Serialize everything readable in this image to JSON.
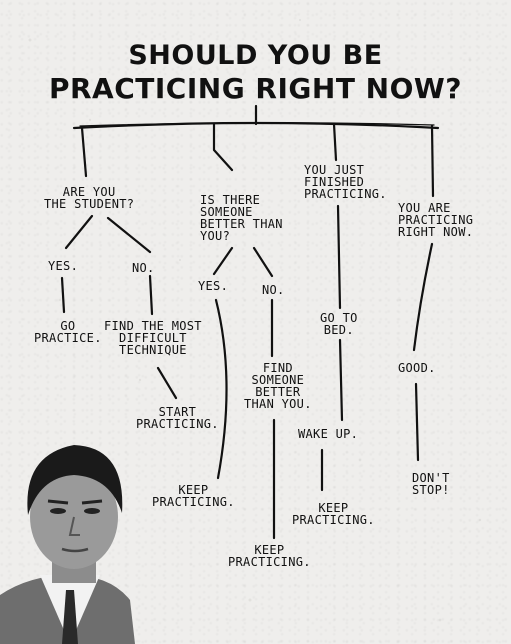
{
  "title": {
    "line1": "SHOULD YOU BE",
    "line2": "PRACTICING RIGHT NOW?"
  },
  "nodes": {
    "student_q": "ARE YOU\nTHE STUDENT?",
    "student_yes": "YES.",
    "student_no": "NO.",
    "go_practice": "GO\nPRACTICE.",
    "find_difficult": "FIND THE MOST\nDIFFICULT\nTECHNIQUE",
    "start_practicing": "START\nPRACTICING.",
    "better_q": "IS THERE\nSOMEONE\nBETTER THAN\nYOU?",
    "better_yes": "YES.",
    "better_no": "NO.",
    "keep1": "KEEP\nPRACTICING.",
    "find_better": "FIND\nSOMEONE\nBETTER\nTHAN YOU.",
    "keep2": "KEEP\nPRACTICING.",
    "finished_q": "YOU JUST\nFINISHED\nPRACTICING.",
    "go_to_bed": "GO TO\nBED.",
    "wake_up": "WAKE UP.",
    "keep3": "KEEP\nPRACTICING.",
    "practicing_now": "YOU ARE\nPRACTICING\nRIGHT NOW.",
    "good": "GOOD.",
    "dont_stop": "DON'T\nSTOP!"
  }
}
